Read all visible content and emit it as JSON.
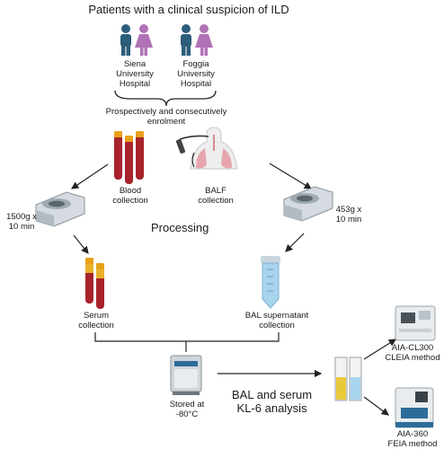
{
  "title": "Patients with a clinical suspicion of ILD",
  "hospitals": [
    {
      "lines": [
        "Siena",
        "University",
        "Hospital"
      ]
    },
    {
      "lines": [
        "Foggia",
        "University",
        "Hospital"
      ]
    }
  ],
  "enrolment": {
    "lines": [
      "Prospectively and consecutively",
      "enrolment"
    ]
  },
  "blood_collection": {
    "lines": [
      "Blood",
      "collection"
    ]
  },
  "balf_collection": {
    "lines": [
      "BALF",
      "collection"
    ]
  },
  "left_centrifuge": {
    "lines": [
      "1500g x",
      "10 min"
    ]
  },
  "right_centrifuge": {
    "lines": [
      "453g x",
      "10 min"
    ]
  },
  "processing": "Processing",
  "serum_collection": {
    "lines": [
      "Serum",
      "collection"
    ]
  },
  "bal_supernatant": {
    "lines": [
      "BAL supernatant",
      "collection"
    ]
  },
  "stored": {
    "lines": [
      "Stored at",
      "-80°C"
    ]
  },
  "analysis": {
    "lines": [
      "BAL and serum",
      "KL-6 analysis"
    ]
  },
  "instrument_top": {
    "lines": [
      "AIA-CL300",
      "CLEIA method"
    ]
  },
  "instrument_bottom": {
    "lines": [
      "AIA-360",
      "FEIA method"
    ]
  },
  "colors": {
    "male": "#2c5e7a",
    "female": "#b072b5",
    "blood": "#a8232b",
    "cap": "#e8a11a",
    "bal": "#a9d4ee"
  }
}
